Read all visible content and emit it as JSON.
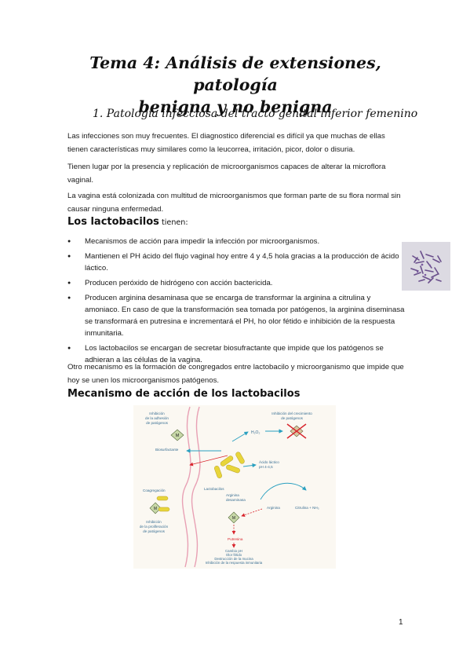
{
  "title_line1": "Tema 4: Análisis de extensiones, patología",
  "title_line2": "benigna y no benigna",
  "section1": "1.  Patología infecciosa del tracto genital inferior femenino",
  "p1": "Las infecciones son muy frecuentes. El diagnostico diferencial es difícil ya que muchas de ellas tienen características muy similares como la leucorrea, irritación, picor, dolor o disuria.",
  "p2": "Tienen lugar por la presencia y replicación de microorganismos capaces de alterar la microflora vaginal.",
  "p3": "La vagina está colonizada con multitud de microorganismos que forman parte de su flora normal sin causar ninguna enfermedad.",
  "lacto_heading": "Los lactobacilos",
  "lacto_heading_tail": " tienen:",
  "bullets": [
    "Mecanismos de acción para impedir la infección por microorganismos.",
    "Mantienen el PH ácido del flujo vaginal hoy entre 4 y 4,5 hola gracias a la producción de ácido láctico.",
    "Producen peróxido de hidrógeno con acción bactericida.",
    "Producen arginina desaminasa que se encarga de transformar la arginina a citrulina y amoniaco. En caso de que la transformación sea tomada por patógenos, la arginina diseminasa se transformará en putresina e incrementará el PH, ho olor fétido e inhibición de la respuesta inmunitaria.",
    "Los lactobacilos se encargan de secretar biosufractante que impide que los patógenos se adhieran a las células de la vagina."
  ],
  "p4": "Otro mecanismo es la formación de congregados entre lactobacilo y microorganismo que impide que hoy se unen los microorganismos patógenos.",
  "mech_heading": "Mecanismo de acción de los lactobacilos",
  "figure": {
    "inhib_adhesion": [
      "Inhibición",
      "de la adhesión",
      "de patógenos"
    ],
    "inhib_crecimiento": [
      "Inhibición del crecimiento",
      "de patógenos"
    ],
    "h2o2": "H₂O₂",
    "biosurfactante": "Biosurfactante",
    "acido_lactico": [
      "Ácido láctico",
      "pH 4-4,5"
    ],
    "coagregacion": "Coagregación",
    "lactobacilos": "Lactobacilos",
    "arginina_desaminasa": [
      "Arginina",
      "desaminasa"
    ],
    "arginina": "Arginina",
    "citrulina": "Citrulina + NH₃",
    "inhib_proliferacion": [
      "Inhibición",
      "de la proliferación",
      "de patógenos"
    ],
    "putresina": "Putresina",
    "effects": [
      "Cambio pH",
      "Olor fétido",
      "Destrucción de la mucina",
      "Inhibición de la respuesta inmunitaria"
    ],
    "m_label": "M"
  },
  "page_number": "1",
  "colors": {
    "arrow_blue": "#2aa0c0",
    "arrow_red": "#d8242c",
    "bacillus": "#e8d53a",
    "pink_membrane": "#e8a0b4"
  }
}
